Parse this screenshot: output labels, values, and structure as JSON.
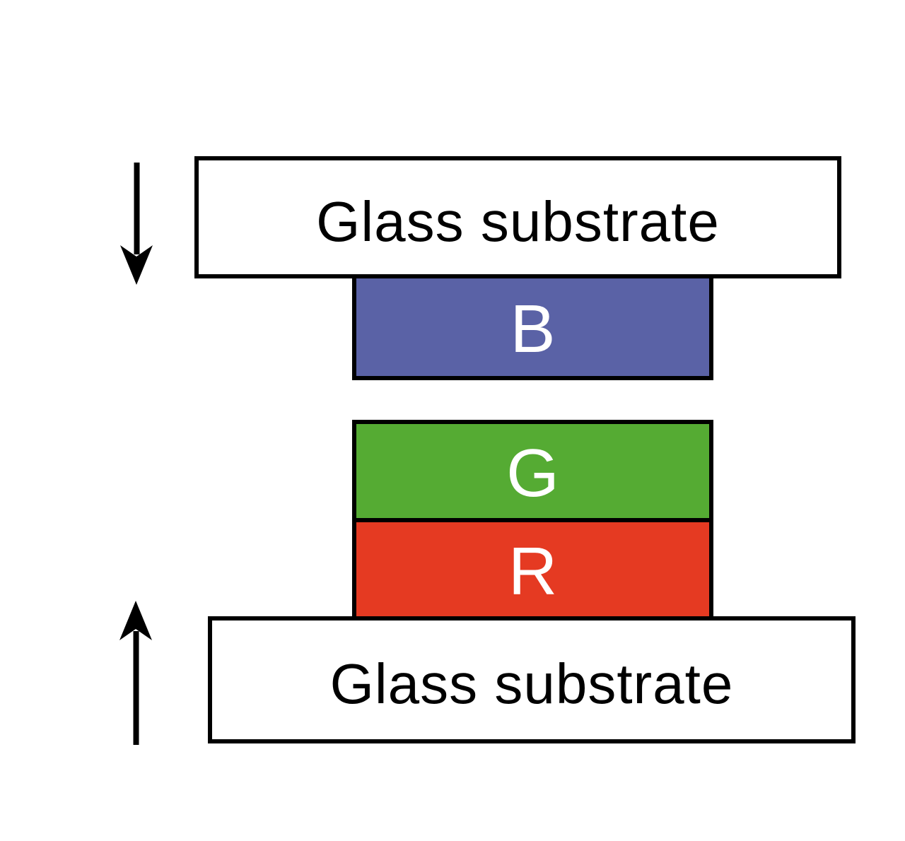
{
  "figure": {
    "top_assembly": {
      "substrate_label": "Glass substrate",
      "layer": {
        "label": "B",
        "color": "#5a62a6"
      },
      "motion_icon": "down-arrow"
    },
    "bottom_assembly": {
      "substrate_label": "Glass substrate",
      "layers": [
        {
          "label": "G",
          "color": "#55ab33"
        },
        {
          "label": "R",
          "color": "#e53a22"
        }
      ],
      "motion_icon": "up-arrow"
    },
    "colors": {
      "substrate_fill": "#ffffff",
      "outline": "#000000",
      "arrow": "#000000",
      "substrate_text": "#000000",
      "layer_text": "#ffffff"
    }
  }
}
